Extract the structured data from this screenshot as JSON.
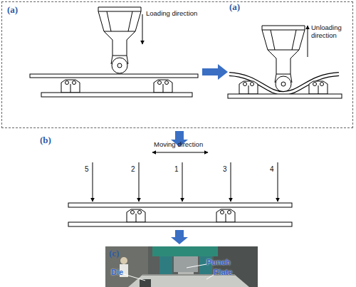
{
  "diagram": {
    "nodes": [
      {
        "text": [
          "(a)"
        ]
      },
      {
        "text": [
          "(c)"
        ]
      }
    ],
    "labels": [
      "Loading direction",
      "(a)",
      "Unloading direction",
      "(b)",
      "Moving direction",
      "5",
      "2",
      "1",
      "3",
      "4",
      "Punch",
      "Die",
      "Plate"
    ]
  }
}
